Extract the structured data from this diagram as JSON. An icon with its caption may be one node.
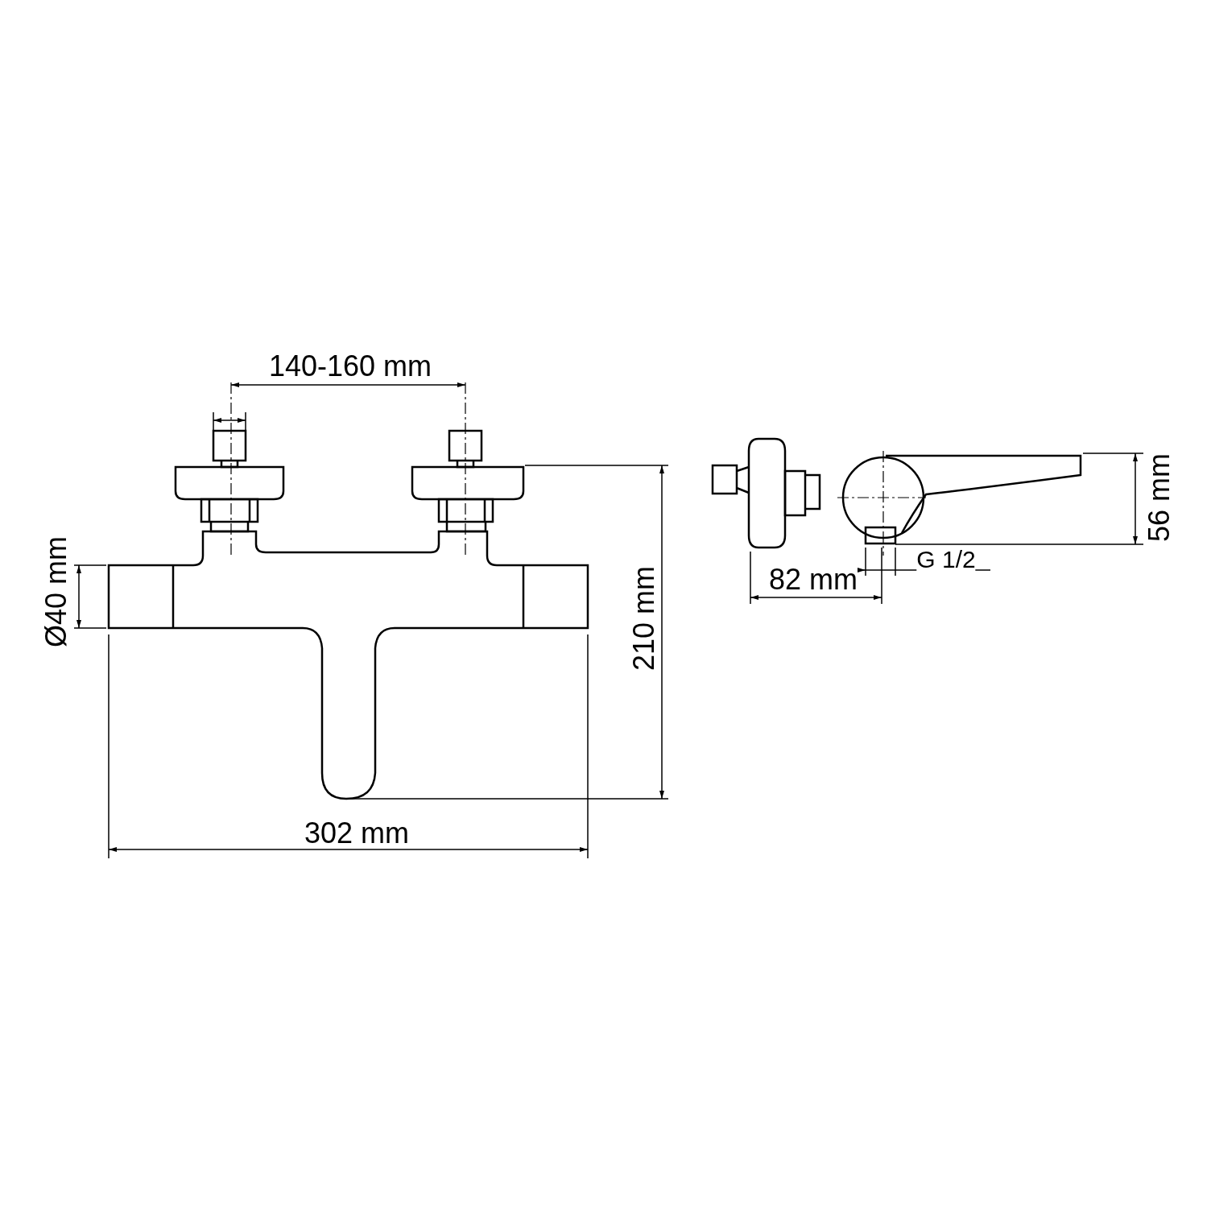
{
  "diagram": {
    "labels": [
      "140-160 mm",
      "56 mm",
      "G 1/2",
      "Ø40 mm",
      "82 mm",
      "210 mm",
      "302 mm"
    ]
  }
}
